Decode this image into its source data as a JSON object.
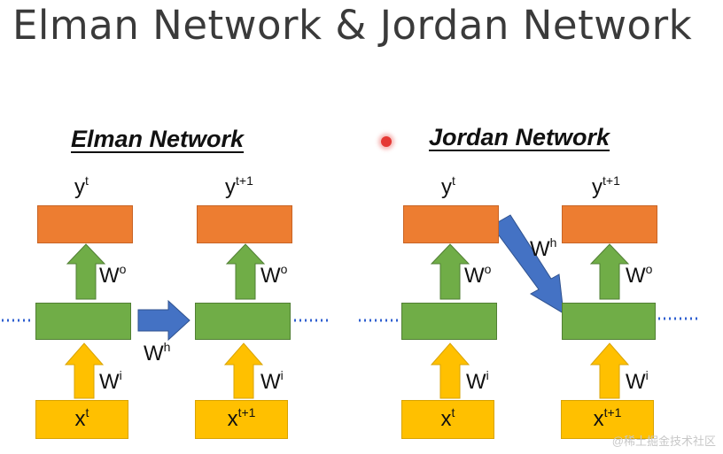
{
  "title": "Elman Network & Jordan Network",
  "elman": {
    "heading": "Elman Network",
    "y_t": "y",
    "y_t_sup": "t",
    "y_t1": "y",
    "y_t1_sup": "t+1",
    "x_t": "x",
    "x_t_sup": "t",
    "x_t1": "x",
    "x_t1_sup": "t+1",
    "wo_left": "W",
    "wo_left_sup": "o",
    "wo_right": "W",
    "wo_right_sup": "o",
    "wi_left": "W",
    "wi_left_sup": "i",
    "wi_right": "W",
    "wi_right_sup": "i",
    "wh": "W",
    "wh_sup": "h"
  },
  "jordan": {
    "heading": "Jordan Network",
    "y_t": "y",
    "y_t_sup": "t",
    "y_t1": "y",
    "y_t1_sup": "t+1",
    "x_t": "x",
    "x_t_sup": "t",
    "x_t1": "x",
    "x_t1_sup": "t+1",
    "wo_left": "W",
    "wo_left_sup": "o",
    "wo_right": "W",
    "wo_right_sup": "o",
    "wi_left": "W",
    "wi_left_sup": "i",
    "wi_right": "W",
    "wi_right_sup": "i",
    "wh": "W",
    "wh_sup": "h"
  },
  "watermark": "@稀土掘金技术社区",
  "colors": {
    "output": "#ed7d31",
    "hidden": "#70ad47",
    "input": "#ffc000",
    "recurrent_arrow": "#4472c4",
    "dots": "#2f5fd0"
  }
}
